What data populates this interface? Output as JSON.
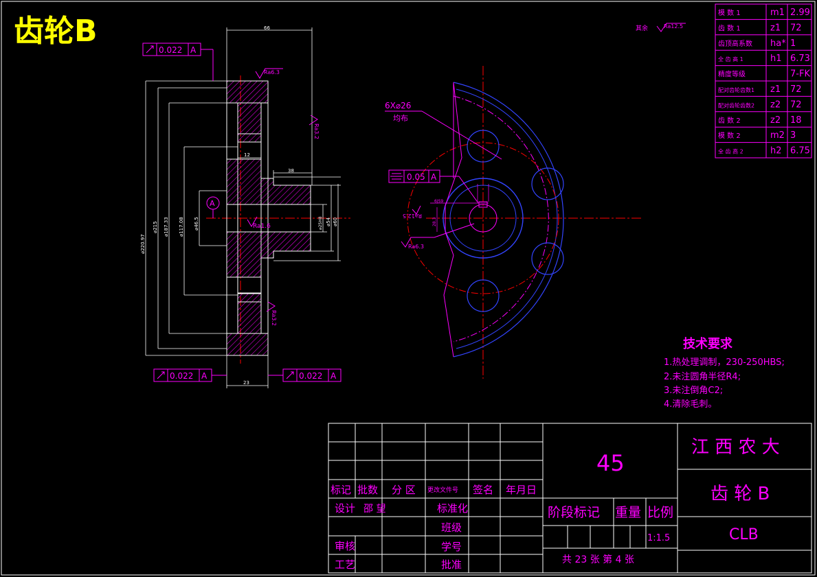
{
  "title": "齿轮B",
  "surface_finish_note": {
    "label": "其余",
    "value": "Ra12.5"
  },
  "params_table": [
    {
      "name": "模 数 1",
      "symbol": "m1",
      "value": "2.99"
    },
    {
      "name": "齿 数 1",
      "symbol": "z1",
      "value": "72"
    },
    {
      "name": "齿顶高系数",
      "symbol": "ha*",
      "value": "1"
    },
    {
      "name": "全 齿 高 1",
      "symbol": "h1",
      "value": "6.73"
    },
    {
      "name": "精度等级",
      "symbol": "",
      "value": "7-FK"
    },
    {
      "name": "配对齿轮齿数1",
      "symbol": "z1",
      "value": "72"
    },
    {
      "name": "配对齿轮齿数2",
      "symbol": "z2",
      "value": "72"
    },
    {
      "name": "齿 数 2",
      "symbol": "z2",
      "value": "18"
    },
    {
      "name": "模 数 2",
      "symbol": "m2",
      "value": "3"
    },
    {
      "name": "全 齿 高 2",
      "symbol": "h2",
      "value": "6.75"
    }
  ],
  "section_view": {
    "runout_top": "0.022",
    "runout_bl": "0.022",
    "runout_br": "0.022",
    "datum": "A",
    "dim_width": "66",
    "dim_hub": "38",
    "dim_web": "12",
    "dim_bottom": "23",
    "ra_top": "Ra6.3",
    "ra_right1": "Ra3.2",
    "ra_right2": "Ra3.2",
    "ra_bore": "Ra1.6",
    "dia_1": "⌀220.97",
    "dia_2": "⌀215",
    "dia_3": "⌀187.33",
    "dia_4": "⌀117.08",
    "dia_5": "⌀46.5",
    "dia_6": "⌀25H8",
    "dia_7": "⌀54",
    "dia_8": "⌀60"
  },
  "front_view": {
    "holes_label": "6X⌀26",
    "holes_note": "均布",
    "symmetry_tol": "0.05",
    "datum": "A",
    "keyway_w": "6JS9",
    "keyway_ra": "Ra12.5",
    "keyway_depth": "28.3",
    "ra_bore": "Ra6.3"
  },
  "tech_requirements": {
    "title": "技术要求",
    "items": [
      "1.热处理调制，230-250HBS;",
      "2.未注圆角半径R4;",
      "3.未注倒角C2;",
      "4.清除毛刺。"
    ]
  },
  "title_block": {
    "headers": [
      "标记",
      "批数",
      "分 区",
      "更改文件号",
      "签名",
      "年月日"
    ],
    "design_label": "设计",
    "designer": "邵 望",
    "standardize_label": "标准化",
    "review_label": "审核",
    "class_label": "班级",
    "process_label": "工艺",
    "student_id_label": "学号",
    "approve_label": "批准",
    "material": "45",
    "stage_label": "阶段标记",
    "weight_label": "重量",
    "scale_label": "比例",
    "scale_value": "1:1.5",
    "sheets": "共 23 张  第 4 张",
    "school": "江 西 农 大",
    "part_name": "齿 轮 B",
    "code": "CLB"
  }
}
